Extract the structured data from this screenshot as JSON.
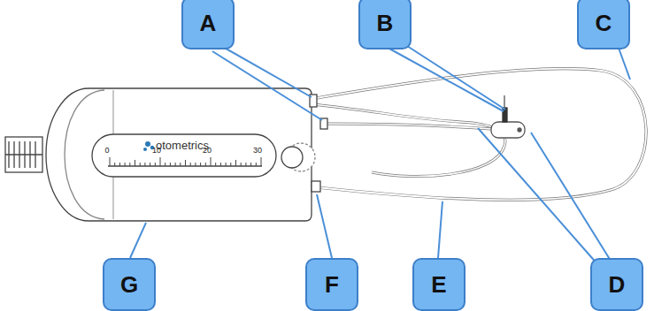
{
  "diagram": {
    "nodes": [
      {
        "text": [
          "A"
        ]
      },
      {
        "text": [
          "B"
        ]
      },
      {
        "text": [
          "C"
        ]
      },
      {
        "text": [
          "D"
        ]
      },
      {
        "text": [
          "E"
        ]
      },
      {
        "text": [
          "F"
        ]
      },
      {
        "text": [
          "G"
        ]
      }
    ],
    "labels": [
      "otometrics",
      "0",
      "10",
      "20",
      "30"
    ]
  }
}
